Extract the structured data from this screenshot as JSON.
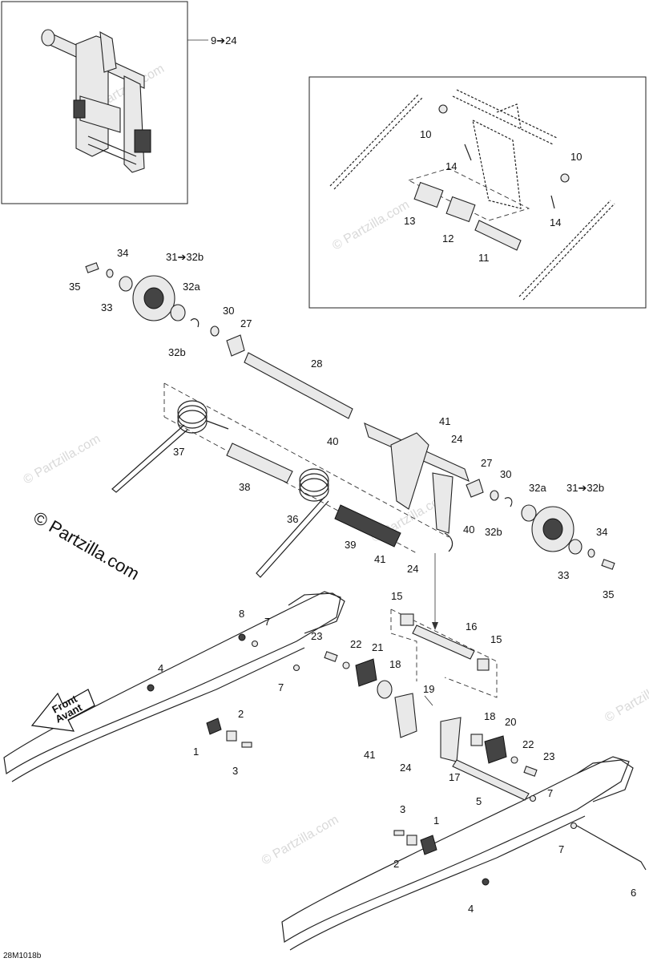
{
  "diagram": {
    "callouts": {
      "c1a": "1",
      "c1b": "1",
      "c2a": "2",
      "c2b": "2",
      "c3a": "3",
      "c3b": "3",
      "c4a": "4",
      "c4b": "4",
      "c5": "5",
      "c6": "6",
      "c7a": "7",
      "c7b": "7",
      "c7c": "7",
      "c7d": "7",
      "c8": "8",
      "c9_24": "9➔24",
      "c10a": "10",
      "c10b": "10",
      "c11": "11",
      "c12": "12",
      "c13": "13",
      "c14a": "14",
      "c14b": "14",
      "c15a": "15",
      "c15b": "15",
      "c16": "16",
      "c17": "17",
      "c18a": "18",
      "c18b": "18",
      "c19": "19",
      "c20": "20",
      "c21": "21",
      "c22a": "22",
      "c22b": "22",
      "c23a": "23",
      "c23b": "23",
      "c24a": "24",
      "c24b": "24",
      "c24c": "24",
      "c27a": "27",
      "c27b": "27",
      "c28": "28",
      "c30a": "30",
      "c30b": "30",
      "c31a": "31➔32b",
      "c31b": "31➔32b",
      "c32a_a": "32a",
      "c32a_b": "32a",
      "c32b_a": "32b",
      "c32b_b": "32b",
      "c33a": "33",
      "c33b": "33",
      "c34a": "34",
      "c34b": "34",
      "c35a": "35",
      "c35b": "35",
      "c36": "36",
      "c37": "37",
      "c38": "38",
      "c39": "39",
      "c40a": "40",
      "c40b": "40",
      "c41a": "41",
      "c41b": "41",
      "c41c": "41"
    },
    "front_label_1": "Front",
    "front_label_2": "Avant",
    "copyright": "© Partzilla.com",
    "watermark": "© Partzilla.com",
    "drawing_code": "28M1018b"
  }
}
